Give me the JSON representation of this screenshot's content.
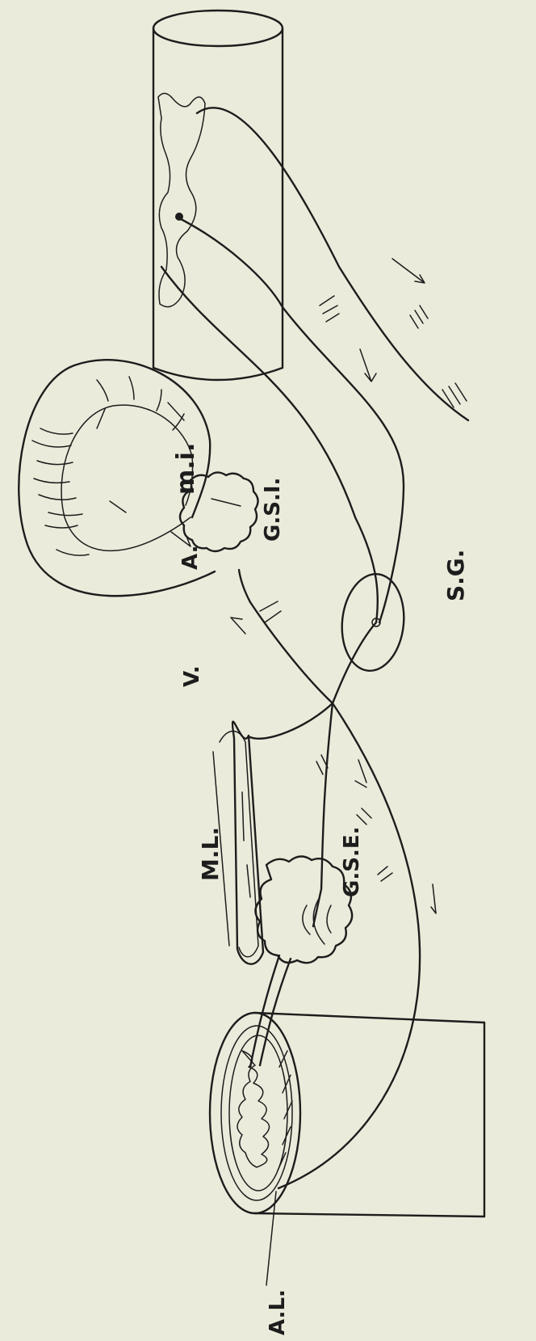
{
  "labels": {
    "mi": "m.i.",
    "gsi": "G.S.I.",
    "a": "A.",
    "v": "V.",
    "sg": "S.G.",
    "gse": "G.S.E.",
    "ml": "M.L.",
    "al": "A.L."
  }
}
